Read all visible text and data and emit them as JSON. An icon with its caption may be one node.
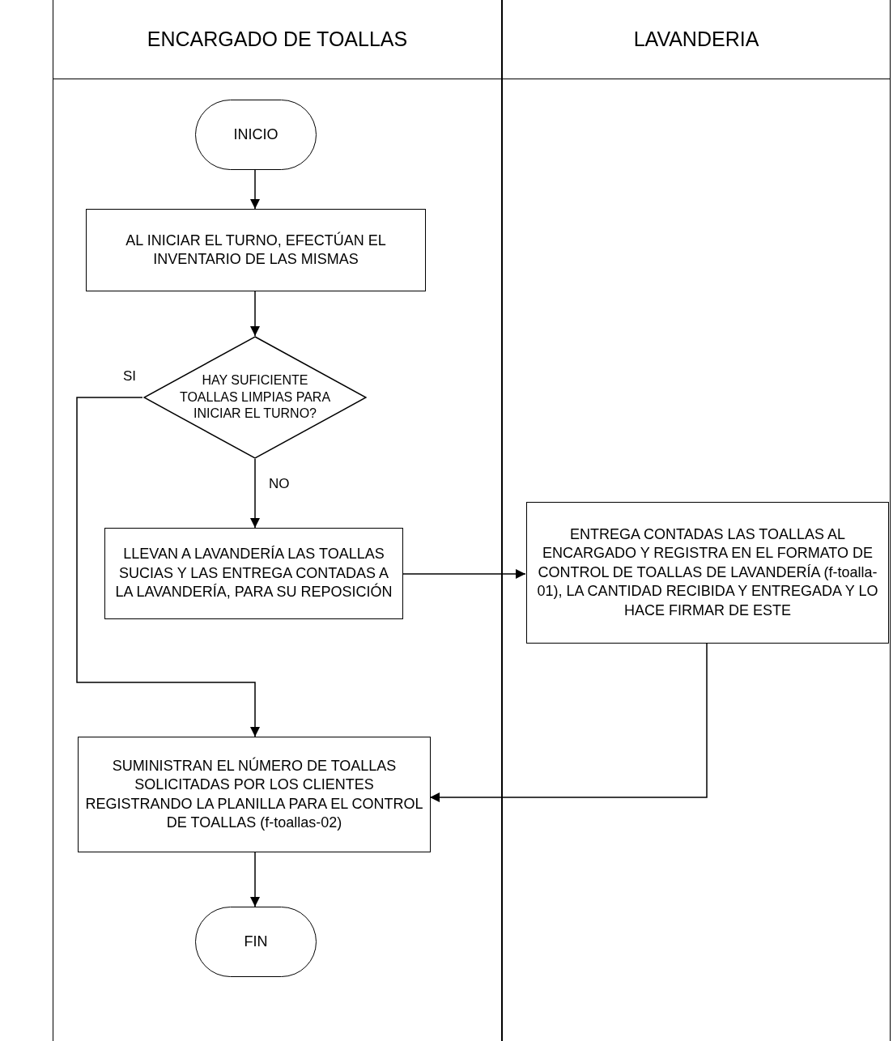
{
  "diagram": {
    "nodes": [
      {
        "text": [
          "ENCARGADO DE TOALLAS"
        ]
      },
      {
        "text": [
          "LAVANDERIA"
        ]
      },
      {
        "text": [
          "INICIO"
        ],
        "in": 0
      },
      {
        "text": [
          "AL INICIAR EL TURNO, EFECTÚAN EL INVENTARIO DE LAS MISMAS"
        ],
        "in": 0
      },
      {
        "text": [
          "HAY SUFICIENTE TOALLAS LIMPIAS PARA INICIAR EL TURNO?"
        ],
        "in": 0
      },
      {
        "text": [
          "LLEVAN A LAVANDERÍA LAS TOALLAS SUCIAS Y LAS ENTREGA CONTADAS A LA LAVANDERÍA, PARA SU REPOSICIÓN"
        ],
        "in": 0
      },
      {
        "text": [
          "ENTREGA CONTADAS LAS TOALLAS AL ENCARGADO Y REGISTRA EN EL FORMATO DE CONTROL DE TOALLAS DE LAVANDERÍA (f-toalla-01), LA CANTIDAD RECIBIDA Y ENTREGADA Y LO HACE FIRMAR DE ESTE"
        ],
        "in": 1
      },
      {
        "text": [
          "SUMINISTRAN EL NÚMERO DE TOALLAS SOLICITADAS POR LOS CLIENTES REGISTRANDO LA PLANILLA PARA EL CONTROL DE TOALLAS (f-toallas-02)"
        ],
        "in": 0
      },
      {
        "text": [
          "FIN"
        ],
        "in": 0
      }
    ],
    "edges": [
      {
        "from": 2,
        "to": 3,
        "arrow": "to"
      },
      {
        "from": 3,
        "to": 4,
        "arrow": "to"
      },
      {
        "from": 4,
        "to": 5,
        "label": "NO",
        "arrow": "to"
      },
      {
        "from": 4,
        "to": 7,
        "label": "SI",
        "arrow": "to"
      },
      {
        "from": 5,
        "to": 6,
        "arrow": "to"
      },
      {
        "from": 6,
        "to": 7,
        "arrow": "to"
      },
      {
        "from": 7,
        "to": 8,
        "arrow": "to"
      }
    ]
  }
}
